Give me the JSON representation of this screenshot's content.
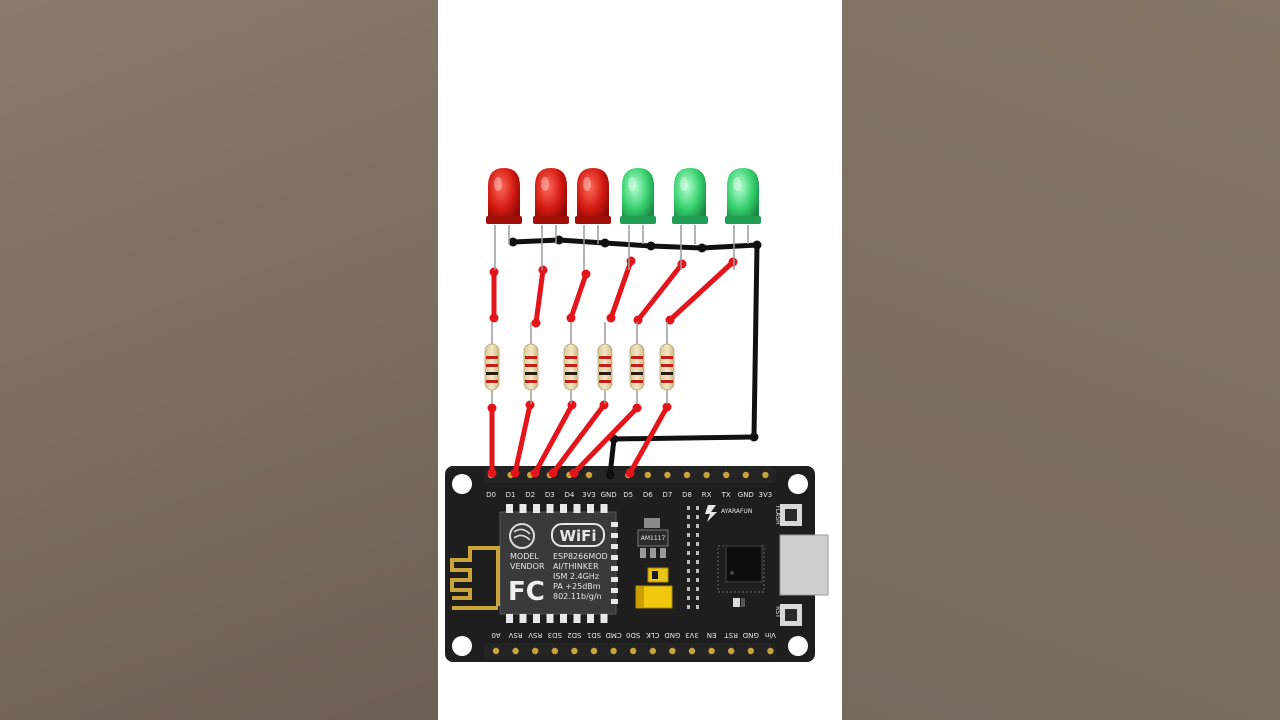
{
  "board": {
    "top_pins": [
      "D0",
      "D1",
      "D2",
      "D3",
      "D4",
      "3V3",
      "GND",
      "D5",
      "D6",
      "D7",
      "D8",
      "RX",
      "TX",
      "GND",
      "3V3"
    ],
    "bottom_pins": [
      "A0",
      "RSV",
      "RSV",
      "SD3",
      "SD2",
      "SD1",
      "CMD",
      "SD0",
      "CLK",
      "GND",
      "3V3",
      "EN",
      "RST",
      "GND",
      "Vin"
    ],
    "brand": "AYARAFUN",
    "flash_label": "FLASH",
    "rst_label": "RST",
    "regulator_label": "AM1117",
    "wifi_logo": "WiFi",
    "fc_logo": "FC",
    "module_left": [
      "MODEL",
      "VENDOR"
    ],
    "module_right": [
      "ESP8266MOD",
      "AI/THINKER",
      "ISM 2.4GHz",
      "PA +25dBm",
      "802.11b/g/n"
    ]
  },
  "leds": [
    {
      "color": "red"
    },
    {
      "color": "red"
    },
    {
      "color": "red"
    },
    {
      "color": "green"
    },
    {
      "color": "green"
    },
    {
      "color": "green"
    }
  ],
  "resistor_count": 6,
  "colors": {
    "wire_signal": "#e3151a",
    "wire_ground": "#111111",
    "led_red": "#cc1111",
    "led_green": "#33cc66",
    "board": "#1e1e1e",
    "header_gold": "#c9a43a"
  }
}
